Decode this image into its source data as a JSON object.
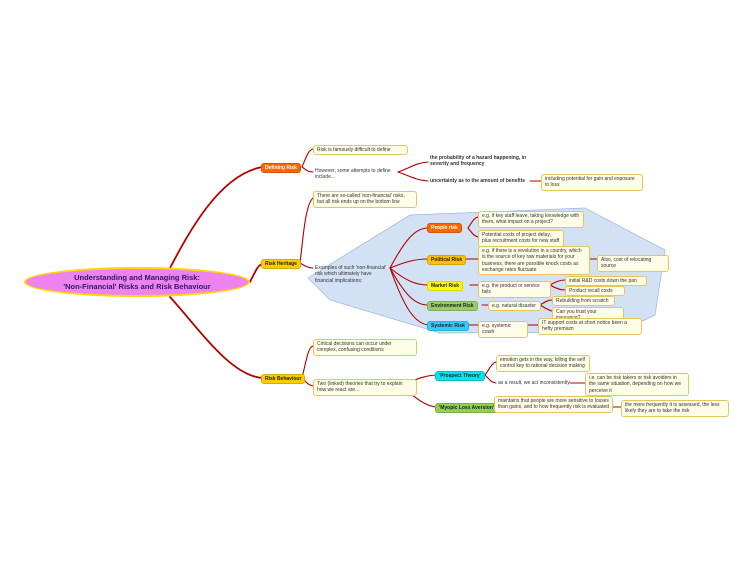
{
  "central": {
    "line1": "Understanding and Managing Risk:",
    "line2": "'Non-Financial' Risks and Risk Behaviour"
  },
  "defining_risk": {
    "label": "Defining Risk",
    "note1": "Risk is famously difficult to define",
    "note2": "However, some attempts to define include...",
    "def1": "the probability of a hazard happening, in severity and frequency",
    "def2": "uncertainty as to the amount of benefits",
    "def2_note": "including potential for gain and exposure to loss"
  },
  "risk_heritage": {
    "label": "Risk Heritage",
    "note": "There are so-called 'non-financial' risks, but all risk ends up on the bottom line",
    "examples": "Examples of such 'non-financial' risk which ultimately have financial implications:",
    "people": {
      "label": "People risk",
      "note1": "e.g. if key staff leave, taking knowledge with them, what impact on a project?",
      "note2": "Potential costs of project delay, plus recruitment costs for new staff"
    },
    "political": {
      "label": "Political Risk",
      "note1": "e.g. if there is a revolution in a country, which is the source of key raw materials for your business, there are possible knock costs as exchange rates fluctuate",
      "note2": "Also, cost of relocating source"
    },
    "market": {
      "label": "Market Risk",
      "note1": "e.g. the product or service fails",
      "sub1": "initial R&D costs down the pan",
      "sub2": "Product recall costs"
    },
    "environment": {
      "label": "Environment Risk",
      "note1": "e.g. natural disaster",
      "sub1": "Rebuilding from scratch",
      "sub2": "Can you trust your insurance?"
    },
    "systemic": {
      "label": "Systemic Risk",
      "note1": "e.g. systemic crash",
      "sub1": "IT support costs at short notice been a hefty premium"
    }
  },
  "risk_behaviour": {
    "label": "Risk Behaviour",
    "note1": "Critical decisions can occur under complex, confusing conditions",
    "note2": "Two (linked) theories that try to explain how we react are...",
    "prospect": {
      "label": "'Prospect Theory'",
      "note1": "emotion gets in the way, killing the self control key to rational decision making",
      "note2": "as a result, we act inconsistently",
      "note3": "i.e. can be risk takers or risk avoiders in the same situation, depending on how we perceive it"
    },
    "myopic": {
      "label": "'Myopic Loss Aversion'",
      "note1": "maintains that people are more sensitive to losses than gains, and to how frequently risk is evaluated",
      "note2": "the more frequently it is assessed, the less likely they are to take the risk"
    }
  },
  "colors": {
    "branch": "#b30000",
    "central_fill": "#ee82ee",
    "central_border": "#ffd700",
    "cluster_fill": "#d0e0f6",
    "people_fill": "#ff6600",
    "political_fill": "#ffc000",
    "market_fill": "#ffff00",
    "environment_fill": "#99cc66",
    "systemic_fill": "#33ccff",
    "prospect_fill": "#00e5ee",
    "myopic_fill": "#92d050",
    "main_label_fill": "#ffcc00"
  }
}
